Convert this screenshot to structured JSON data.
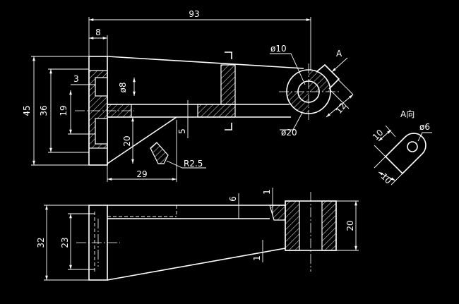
{
  "drawing": {
    "background": "#000000",
    "line_color": "#ffffff",
    "dimensions": {
      "overall_length": "93",
      "top_left_width": "8",
      "small_offset": "3",
      "hole_dia_8": "ø8",
      "total_height": "45",
      "height_36": "36",
      "height_19": "19",
      "rib_20": "20",
      "web_5": "5",
      "rib_base_29": "29",
      "fillet_r": "R2.5",
      "boss_dia_10": "ø10",
      "boss_dia_20": "ø20",
      "boss_12": "12",
      "view_arrow_label": "A",
      "aux_view_title": "A向",
      "aux_dia_6": "ø6",
      "aux_10_top": "10",
      "aux_10_bottom": "10",
      "bottom_height_32": "32",
      "bottom_height_23": "23",
      "bottom_6": "6",
      "bottom_1_top": "1",
      "bottom_1_bottom": "1",
      "bottom_20": "20"
    }
  }
}
